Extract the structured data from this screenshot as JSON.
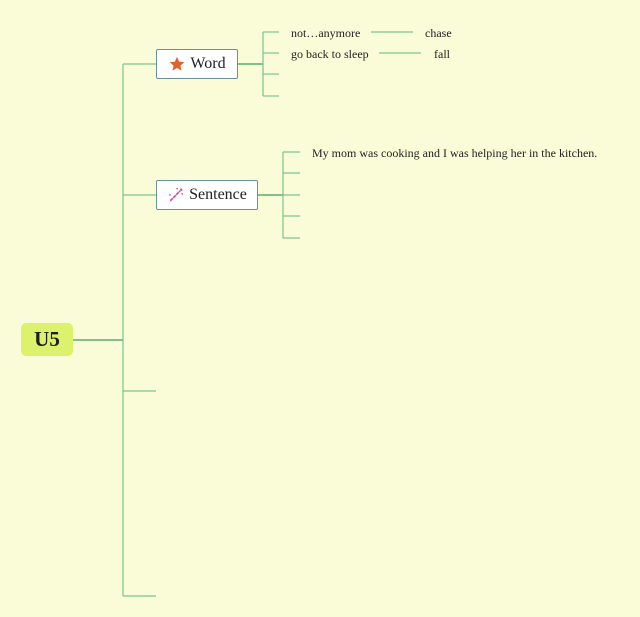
{
  "root": {
    "label": "U5"
  },
  "branches": [
    {
      "label": "Word",
      "icon": "star-icon",
      "icon_color": "#e0622c"
    },
    {
      "label": "Sentence",
      "icon": "magic-wand-icon",
      "icon_color": "#e8418a"
    }
  ],
  "word_items": [
    {
      "label": "not…anymore",
      "detail": "chase"
    },
    {
      "label": "go back to sleep",
      "detail": "fall"
    }
  ],
  "sentence_items": [
    {
      "label": "My mom was cooking and I was helping her in the kitchen."
    }
  ],
  "colors": {
    "background": "#fafcd8",
    "root_fill": "#ddf26c",
    "connector": "#3f9a5a",
    "connector_light": "#7cc48e",
    "node_border": "#6a8fa3"
  }
}
